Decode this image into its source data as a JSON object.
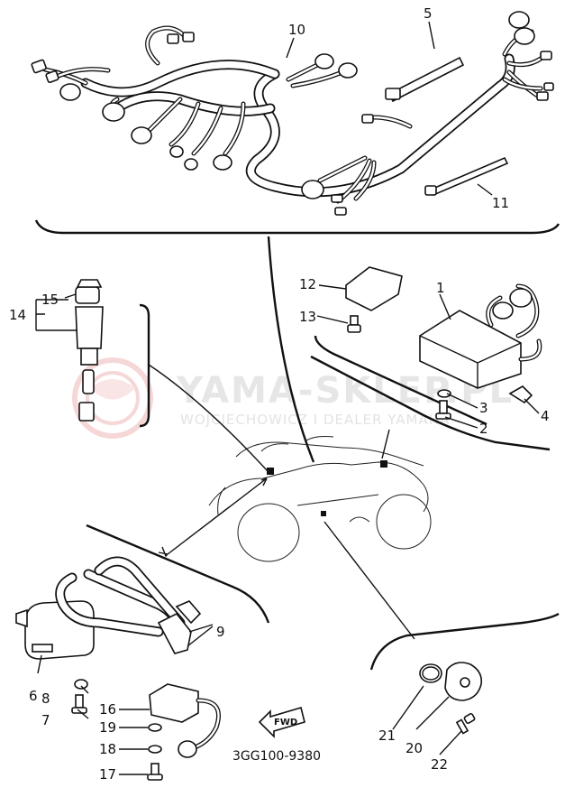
{
  "watermark": {
    "title": "YAMA-SKLEP.PL",
    "subtitle": "WOJCIECHOWICZ I DEALER YAMAHA"
  },
  "callouts": {
    "p1": "1",
    "p2": "2",
    "p3": "3",
    "p4": "4",
    "p5": "5",
    "p6": "6",
    "p7": "7",
    "p8": "8",
    "p9": "9",
    "p10": "10",
    "p11": "11",
    "p12": "12",
    "p13": "13",
    "p14": "14",
    "p15": "15",
    "p16": "16",
    "p17": "17",
    "p18": "18",
    "p19": "19",
    "p20": "20",
    "p21": "21",
    "p22": "22"
  },
  "fwd_label": "FWD",
  "diagram_code": "3GG100-9380",
  "colors": {
    "ink": "#111111",
    "watermark": "#e6e6e6",
    "logo": "#f2c4c4"
  }
}
